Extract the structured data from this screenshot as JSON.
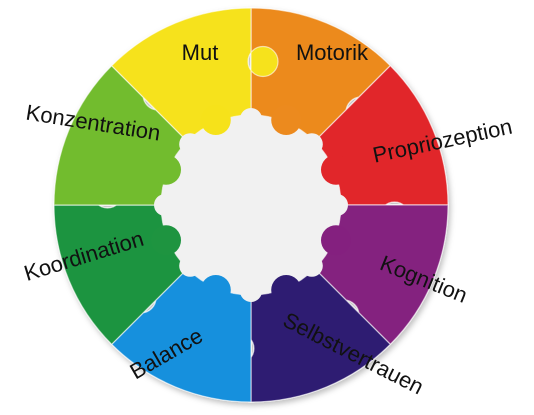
{
  "diagram": {
    "pieces": [
      {
        "id": "mut",
        "label": "Mut",
        "color": "#EC8A1E"
      },
      {
        "id": "motorik",
        "label": "Motorik",
        "color": "#E1262A"
      },
      {
        "id": "propriozeption",
        "label": "Propriozeption",
        "color": "#84207F"
      },
      {
        "id": "kognition",
        "label": "Kognition",
        "color": "#2E1C72"
      },
      {
        "id": "selbstvertrauen",
        "label": "Selbstvertrauen",
        "color": "#1690DD"
      },
      {
        "id": "balance",
        "label": "Balance",
        "color": "#1E9440"
      },
      {
        "id": "koordination",
        "label": "Koordination",
        "color": "#72BC2E"
      },
      {
        "id": "konzentration",
        "label": "Konzentration",
        "color": "#F6E21A"
      }
    ],
    "center_color": "#F1F1F1"
  }
}
